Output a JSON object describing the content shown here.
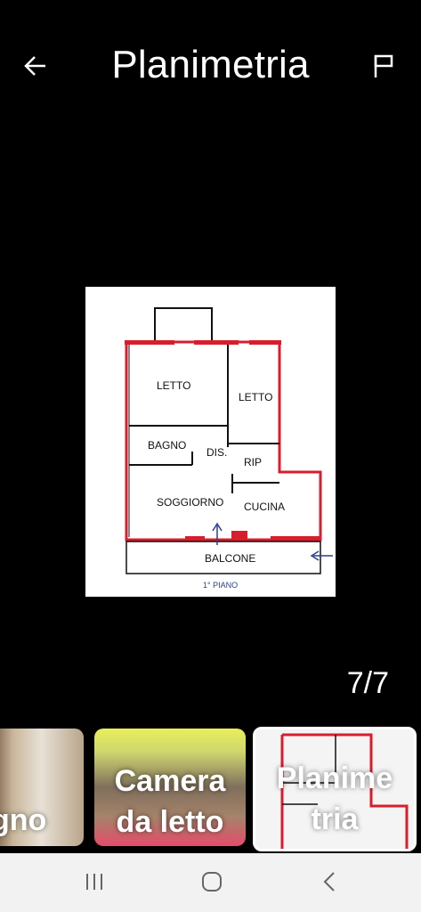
{
  "header": {
    "title": "Planimetria",
    "back_icon": "arrow-left-icon",
    "report_icon": "flag-icon"
  },
  "floorplan": {
    "rooms": [
      "LETTO",
      "LETTO",
      "BAGNO",
      "DIS.",
      "RIP",
      "SOGGIORNO",
      "CUCINA",
      "BALCONE"
    ],
    "floor_label": "1° PIANO",
    "colors": {
      "wall": "#d81e2c",
      "outline": "#111111",
      "label_blue": "#2a3f8f"
    }
  },
  "gallery": {
    "counter": "7/7",
    "thumbnails": [
      {
        "caption": "gno"
      },
      {
        "caption_line1": "Camera",
        "caption_line2": "da letto"
      },
      {
        "caption_line1": "Planime",
        "caption_line2": "tria",
        "selected": true
      }
    ]
  },
  "system_nav": {
    "icons": [
      "recent-apps-icon",
      "home-icon",
      "back-icon"
    ]
  }
}
